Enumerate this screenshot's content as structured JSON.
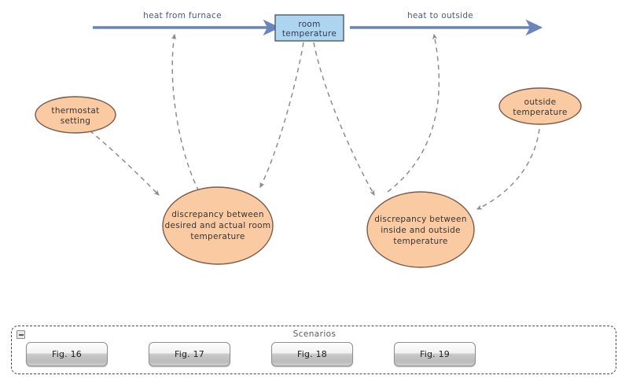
{
  "diagram": {
    "title_visible": false,
    "colors": {
      "flow_arrow": "#6a84bc",
      "box_fill": "#aed5f0",
      "box_stroke": "#4a5a75",
      "ellipse_fill": "#facba3",
      "ellipse_stroke": "#7a5a4a",
      "dashed_arrow": "#8d8d8d",
      "panel_border": "#4a4a4a",
      "flow_label_text": "#46598a",
      "node_label_text": "#3a3230"
    },
    "flows": [
      {
        "id": "heat-from-furnace",
        "label": "heat from furnace"
      },
      {
        "id": "heat-to-outside",
        "label": "heat to outside"
      }
    ],
    "stock": {
      "id": "room-temperature",
      "label_line1": "room",
      "label_line2": "temperature"
    },
    "variables": [
      {
        "id": "thermostat-setting",
        "lines": [
          "thermostat",
          "setting"
        ]
      },
      {
        "id": "outside-temperature",
        "lines": [
          "outside",
          "temperature"
        ]
      },
      {
        "id": "discrepancy-desired-actual",
        "lines": [
          "discrepancy between",
          "desired and actual room",
          "temperature"
        ]
      },
      {
        "id": "discrepancy-inside-outside",
        "lines": [
          "discrepancy between",
          "inside and outside",
          "temperature"
        ]
      }
    ],
    "links": [
      {
        "from": "thermostat-setting",
        "to": "discrepancy-desired-actual"
      },
      {
        "from": "room-temperature",
        "to": "discrepancy-desired-actual"
      },
      {
        "from": "discrepancy-desired-actual",
        "to": "heat-from-furnace"
      },
      {
        "from": "room-temperature",
        "to": "discrepancy-inside-outside"
      },
      {
        "from": "outside-temperature",
        "to": "discrepancy-inside-outside"
      },
      {
        "from": "discrepancy-inside-outside",
        "to": "heat-to-outside"
      }
    ]
  },
  "scenario_panel": {
    "title": "Scenarios",
    "collapse_icon": "minimize-icon",
    "buttons": [
      {
        "label": "Fig. 16"
      },
      {
        "label": "Fig. 17"
      },
      {
        "label": "Fig. 18"
      },
      {
        "label": "Fig. 19"
      }
    ]
  }
}
